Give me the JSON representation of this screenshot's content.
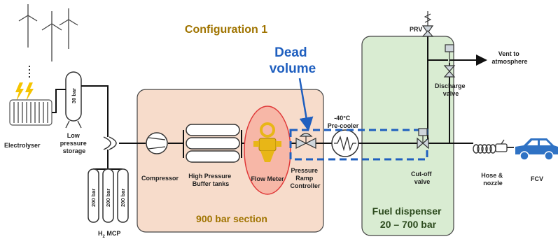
{
  "title": "Configuration 1",
  "dead_volume": {
    "line1": "Dead",
    "line2": "volume"
  },
  "labels": {
    "electrolyser": "Electrolyser",
    "low_pressure_storage": [
      "Low",
      "pressure",
      "storage"
    ],
    "vessel_30_bar": "30 bar",
    "vessel_200_bar": "200 bar",
    "mcp_prefix": "H",
    "mcp_sub": "2",
    "mcp_suffix": " MCP",
    "compressor": "Compressor",
    "buffer_tanks": [
      "High Pressure",
      "Buffer tanks"
    ],
    "flow_meter": "Flow Meter",
    "pressure_ramp_controller": [
      "Pressure",
      "Ramp",
      "Controller"
    ],
    "pre_cooler": [
      "-40°C",
      "Pre-cooler"
    ],
    "prv": "PRV",
    "discharge_valve": [
      "Discharge",
      "valve"
    ],
    "vent": [
      "Vent to",
      "atmosphere"
    ],
    "cutoff_valve": [
      "Cut-off",
      "valve"
    ],
    "hose_nozzle": [
      "Hose &",
      "nozzle"
    ],
    "fcv": "FCV"
  },
  "sections": {
    "bar900": "900 bar section",
    "dispenser_line1": "Fuel dispenser",
    "dispenser_line2": "20 – 700 bar"
  },
  "colors": {
    "section_900_fill": "#f7dccb",
    "dispenser_fill": "#d9ecd2",
    "title_gold": "#a07400",
    "dead_volume_blue": "#1f5fbf",
    "flow_meter_ring": "#e03a3a",
    "flow_meter_body": "#e8b617",
    "car_blue": "#2f72c4",
    "bolt_yellow": "#f5c400"
  },
  "icons": [
    "wind-turbine-icon",
    "lightning-bolt-icon",
    "electrolyser-icon",
    "storage-vessel-icon",
    "check-valve-icon",
    "compressor-icon",
    "buffer-tank-icon",
    "flow-meter-icon",
    "control-valve-icon",
    "heat-exchanger-icon",
    "relief-valve-icon",
    "hose-coil-icon",
    "nozzle-icon",
    "car-icon",
    "arrow-icon"
  ]
}
